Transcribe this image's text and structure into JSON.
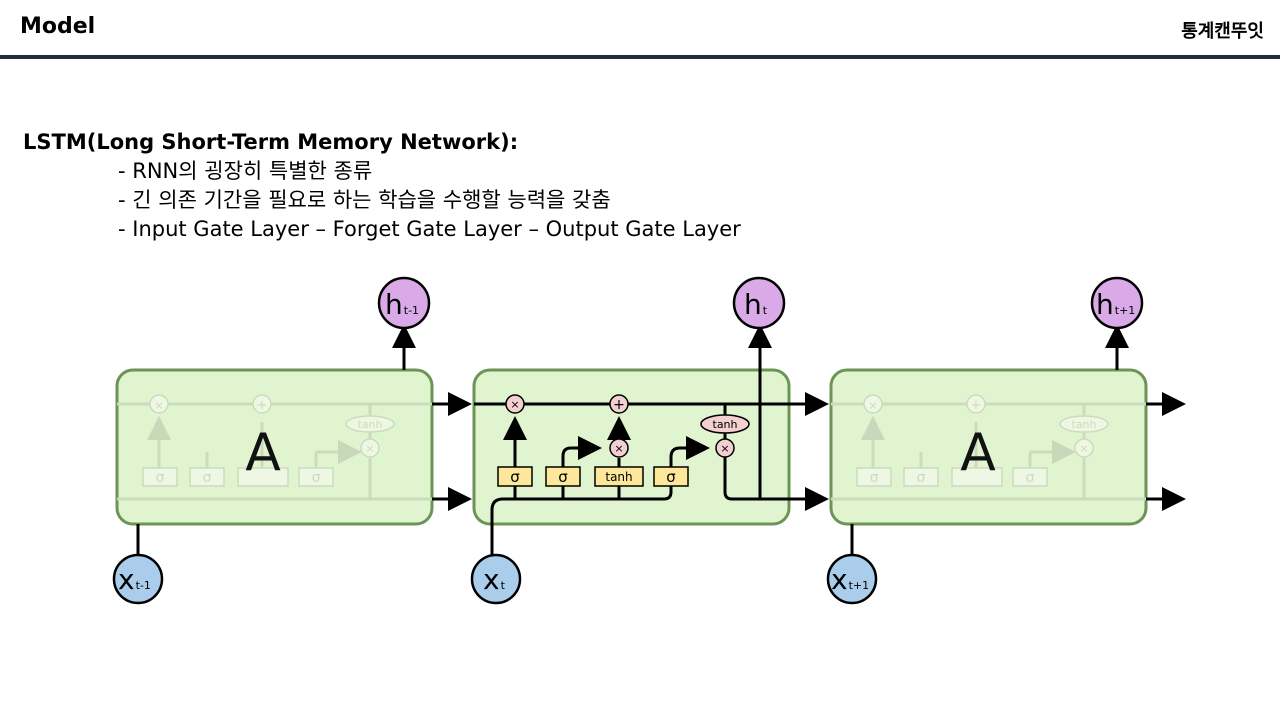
{
  "header": {
    "title": "Model",
    "brand": "통계캔뚜잇"
  },
  "content": {
    "heading": "LSTM(Long Short-Term Memory Network):",
    "bullets": [
      "- RNN의 굉장히 특별한 종류",
      "- 긴 의존 기간을 필요로 하는 학습을 수행할 능력을 갖춤",
      "- Input Gate Layer – Forget Gate Layer – Output Gate Layer"
    ]
  },
  "diagram": {
    "repeating_module_label": "A",
    "outputs": [
      {
        "base": "h",
        "sub": "t-1"
      },
      {
        "base": "h",
        "sub": "t"
      },
      {
        "base": "h",
        "sub": "t+1"
      }
    ],
    "inputs": [
      {
        "base": "x",
        "sub": "t-1"
      },
      {
        "base": "x",
        "sub": "t"
      },
      {
        "base": "x",
        "sub": "t+1"
      }
    ],
    "gates": [
      "σ",
      "σ",
      "tanh",
      "σ"
    ],
    "ops": {
      "multiply": "×",
      "add": "+",
      "tanh": "tanh"
    },
    "colors": {
      "cell_fill": "#e0f5cf",
      "cell_stroke": "#6d9457",
      "gate_fill": "#fce79a",
      "op_fill": "#f3cfcf",
      "output_node": "#d9a9e8",
      "input_node": "#a9cdeb"
    }
  }
}
